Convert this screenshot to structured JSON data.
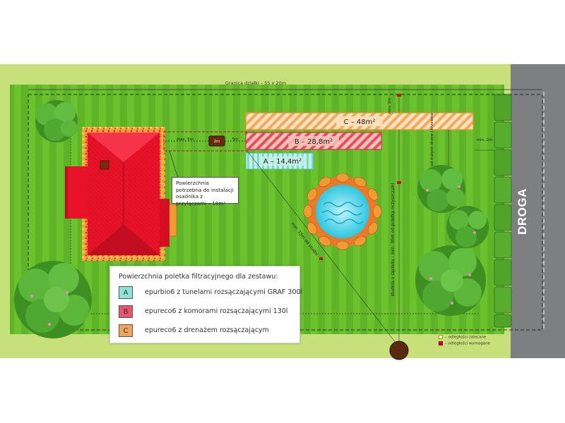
{
  "plot": {
    "boundary_label": "Granica działki – 55 x 20m",
    "road_label": "DROGA"
  },
  "fields": {
    "c_label": "C – 48m²",
    "b_label": "B – 28,8m²",
    "a_label": "A – 14,4m²"
  },
  "tank": {
    "label": "2m",
    "left_label": "max. 5m",
    "right_label": "5m"
  },
  "note": {
    "text": "Powierzchnia potrzebna do instalacji osadnika z przyłączami – 18m²"
  },
  "distances": {
    "min_2m_top": "min. 2m",
    "min_3m_trees": "min. 3m od dużych drzew i krzewów",
    "min_2m_right": "min. 2m",
    "min_15m_well": "min. 15m od studni",
    "neighbour_well": "studnia u sąsiada – min. 30m od poletka oczyszczalni"
  },
  "legend": {
    "title": "Powierzchnia poletka filtracyjnego dla zestawu:",
    "items": [
      {
        "key": "A",
        "text": "epurbio6 z tunelami rozsączającymi GRAF 300l",
        "color": "#8fe3d8"
      },
      {
        "key": "B",
        "text": "epureco6 z komorami rozsączającymi 130l",
        "color": "#e8556e"
      },
      {
        "key": "C",
        "text": "epureco6 z drenażem rozsączającym",
        "color": "#f2a45a"
      }
    ]
  },
  "key": {
    "recommended": "– odległości zalecane",
    "required": "– odległości wymagane"
  },
  "colors": {
    "sky": "#ffffff",
    "border_grass": "#c8e07a",
    "lawn_a": "#6cc22e",
    "lawn_b": "#5cb626",
    "roof": "#e8112a",
    "road": "#7d7f81",
    "hedge": "#4ea52a",
    "water": "#4fd3e6"
  }
}
